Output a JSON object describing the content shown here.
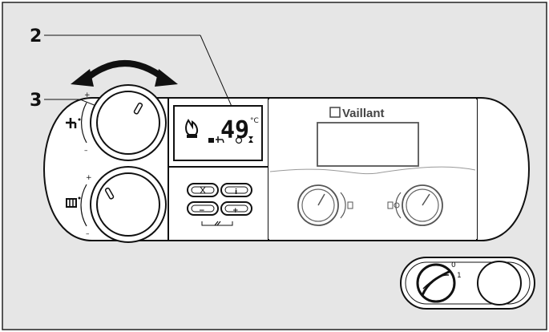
{
  "callouts": {
    "two": "2",
    "three": "3"
  },
  "display": {
    "temperature": "49",
    "unit": "°C"
  },
  "brand": "Vaillant",
  "buttons": {
    "minus": "−",
    "plus": "+",
    "info": "i"
  },
  "main_switch": {
    "off_label": "0",
    "on_label": "1"
  },
  "knob_marks": {
    "plus": "+",
    "minus": "–"
  }
}
